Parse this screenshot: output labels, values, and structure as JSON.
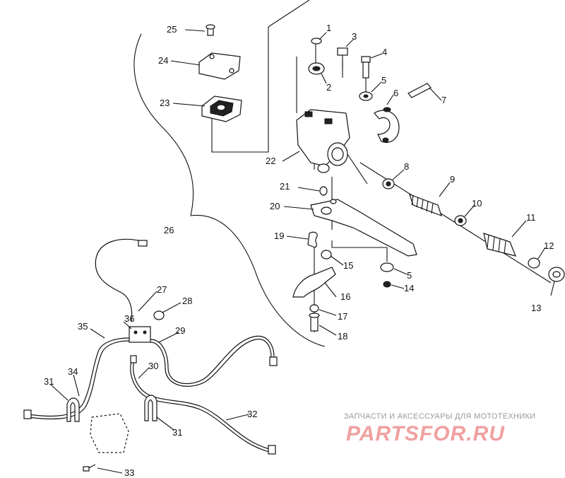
{
  "watermark": {
    "caption": "ЗАПЧАСТИ И АКСЕССУАРЫ ДЛЯ МОТОТЕХНИКИ",
    "logo": "PARTSFOR.RU"
  },
  "callouts": [
    "1",
    "2",
    "3",
    "4",
    "5",
    "6",
    "7",
    "8",
    "9",
    "10",
    "11",
    "12",
    "13",
    "14",
    "15",
    "16",
    "17",
    "18",
    "19",
    "20",
    "21",
    "22",
    "23",
    "24",
    "25",
    "26",
    "27",
    "28",
    "29",
    "30",
    "31",
    "32",
    "33",
    "34",
    "35",
    "36",
    "5",
    "31"
  ]
}
